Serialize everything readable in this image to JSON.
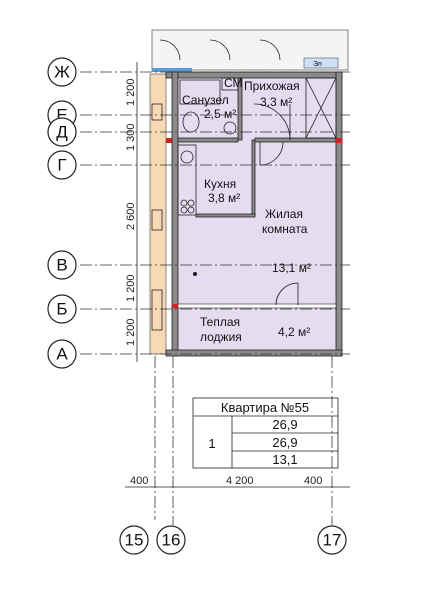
{
  "axes_letters": [
    "Ж",
    "Е",
    "Д",
    "Г",
    "В",
    "Б",
    "А"
  ],
  "axes_numbers": [
    "15",
    "16",
    "17"
  ],
  "dimensions_vertical": [
    "1 200",
    "1 300",
    "2 600",
    "1 200",
    "1 200"
  ],
  "dimensions_horizontal": [
    "400",
    "4 200",
    "400"
  ],
  "rooms": {
    "bathroom": {
      "name": "Санузел",
      "area": "2,5 м²"
    },
    "hallway": {
      "name": "Прихожая",
      "area": "3,3 м²"
    },
    "cm_label": "СМ",
    "kitchen": {
      "name": "Кухня",
      "area": "3,8 м²"
    },
    "living": {
      "name_line1": "Жилая",
      "name_line2": "комната",
      "area": "13,1 м²"
    },
    "loggia": {
      "name_line1": "Теплая",
      "name_line2": "лоджия",
      "area": "4,2 м²"
    }
  },
  "top_label": "Эл",
  "apartment_table": {
    "title": "Квартира №55",
    "rooms_count": "1",
    "values": [
      "26,9",
      "26,9",
      "13,1"
    ]
  },
  "colors": {
    "room_fill": "#e6dcf2",
    "balcony_fill": "#f8d9b5",
    "wall_fill": "#8a8a8a",
    "red_mark": "#cc2222"
  }
}
